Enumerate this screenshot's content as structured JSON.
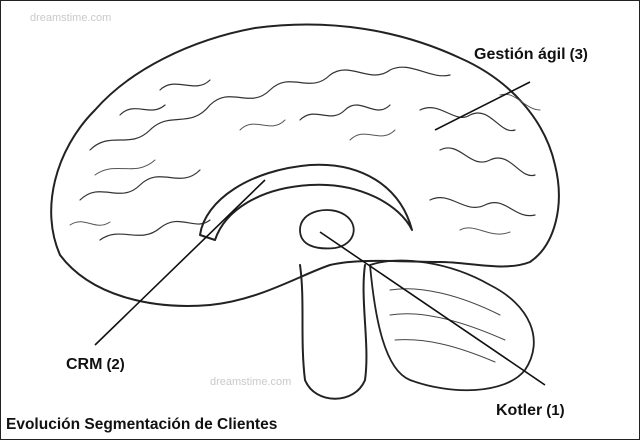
{
  "labels": {
    "gestion": {
      "text": "Gestión ágil",
      "num": "(3)"
    },
    "crm": {
      "text": "CRM",
      "num": "(2)"
    },
    "kotler": {
      "text": "Kotler",
      "num": "(1)"
    }
  },
  "caption": "Evolución Segmentación de Clientes",
  "watermarks": [
    "dreamstime.com",
    "dreamstime.com"
  ]
}
